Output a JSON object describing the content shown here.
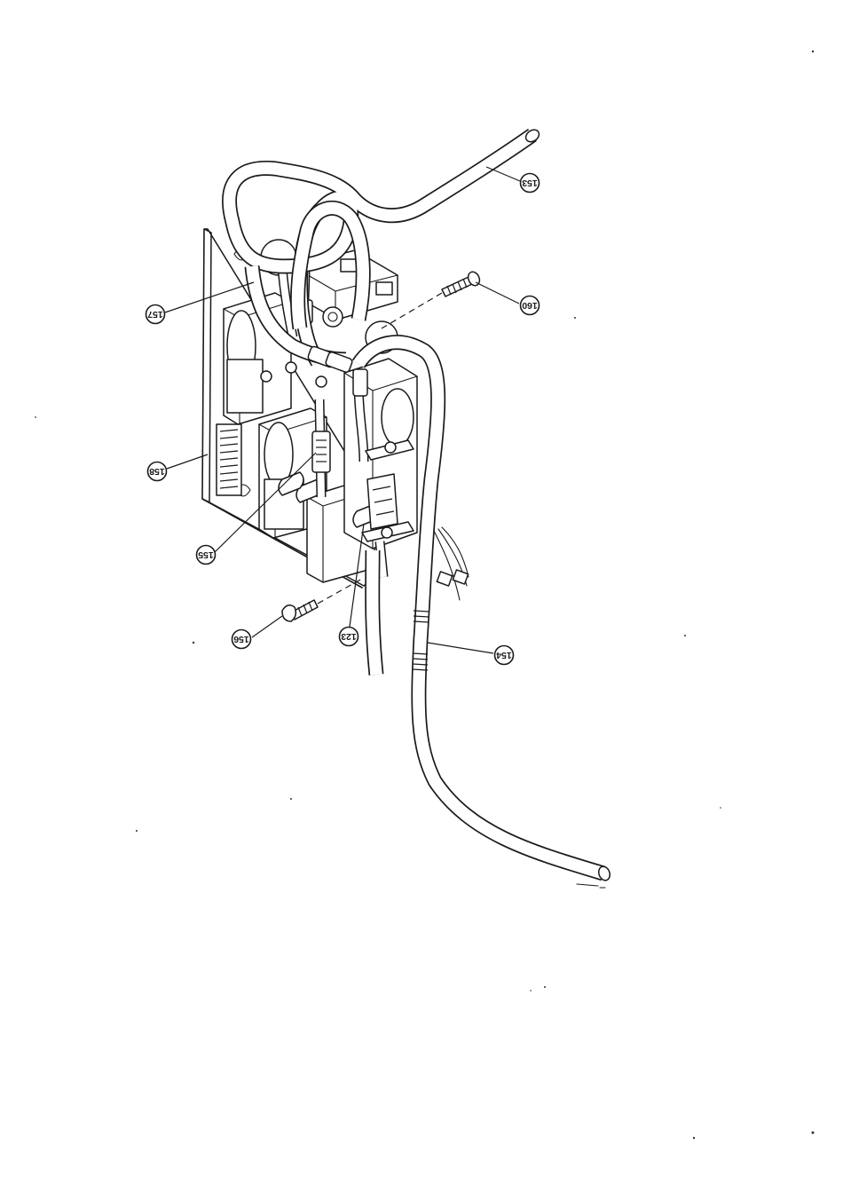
{
  "callouts": [
    {
      "id": "c153",
      "label": "153"
    },
    {
      "id": "c157",
      "label": "157"
    },
    {
      "id": "c160",
      "label": "160"
    },
    {
      "id": "c158",
      "label": "158"
    },
    {
      "id": "c155",
      "label": "155"
    },
    {
      "id": "c156",
      "label": "156"
    },
    {
      "id": "c123",
      "label": "123"
    },
    {
      "id": "c154",
      "label": "154"
    }
  ],
  "colors": {
    "line": "#1a1a1a",
    "paper": "#ffffff"
  }
}
